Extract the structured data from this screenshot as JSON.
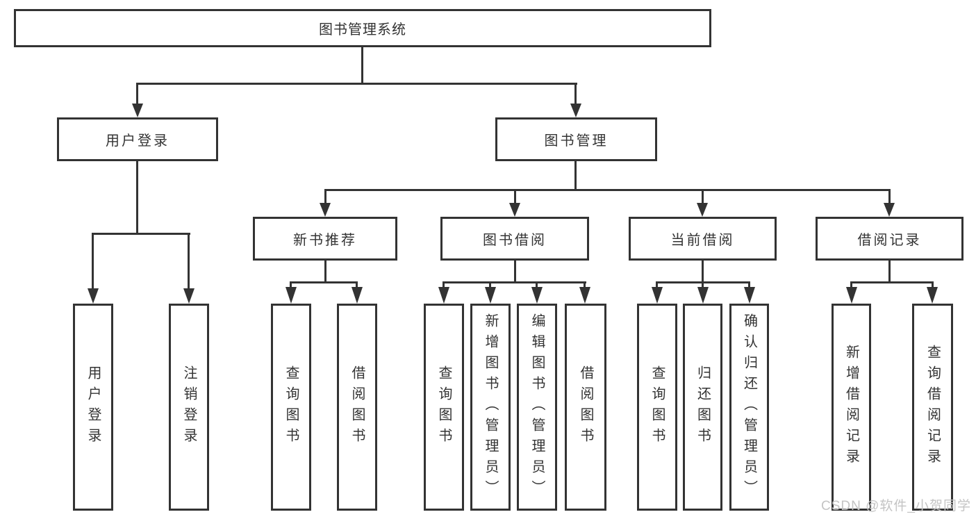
{
  "diagram": {
    "title": "图书管理系统",
    "branches": [
      {
        "label": "用户登录",
        "children": [
          {
            "label": "用户登录"
          },
          {
            "label": "注销登录"
          }
        ]
      },
      {
        "label": "图书管理",
        "children": [
          {
            "label": "新书推荐",
            "children": [
              {
                "label": "查询图书"
              },
              {
                "label": "借阅图书"
              }
            ]
          },
          {
            "label": "图书借阅",
            "children": [
              {
                "label": "查询图书"
              },
              {
                "label": "新增图书（管理员）"
              },
              {
                "label": "编辑图书（管理员）"
              },
              {
                "label": "借阅图书"
              }
            ]
          },
          {
            "label": "当前借阅",
            "children": [
              {
                "label": "查询图书"
              },
              {
                "label": "归还图书"
              },
              {
                "label": "确认归还（管理员）"
              }
            ]
          },
          {
            "label": "借阅记录",
            "children": [
              {
                "label": "新增借阅记录"
              },
              {
                "label": "查询借阅记录"
              }
            ]
          }
        ]
      }
    ]
  },
  "watermark": {
    "text": "CSDN @软件_小贺同学"
  },
  "colors": {
    "line": "#333333",
    "text": "#333333",
    "watermark": "#c4c4c4",
    "background": "#ffffff"
  }
}
